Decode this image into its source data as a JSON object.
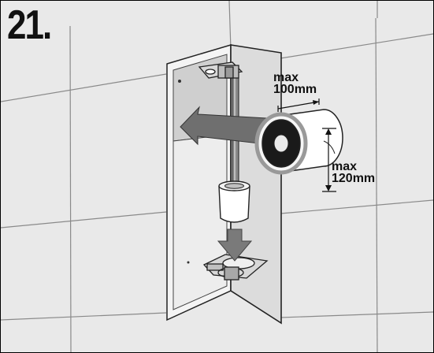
{
  "step": {
    "number": "21."
  },
  "dimensions": {
    "roll_width": {
      "line1": "max",
      "line2": "100mm"
    },
    "roll_diameter": {
      "line1": "max",
      "line2": "120mm"
    }
  }
}
